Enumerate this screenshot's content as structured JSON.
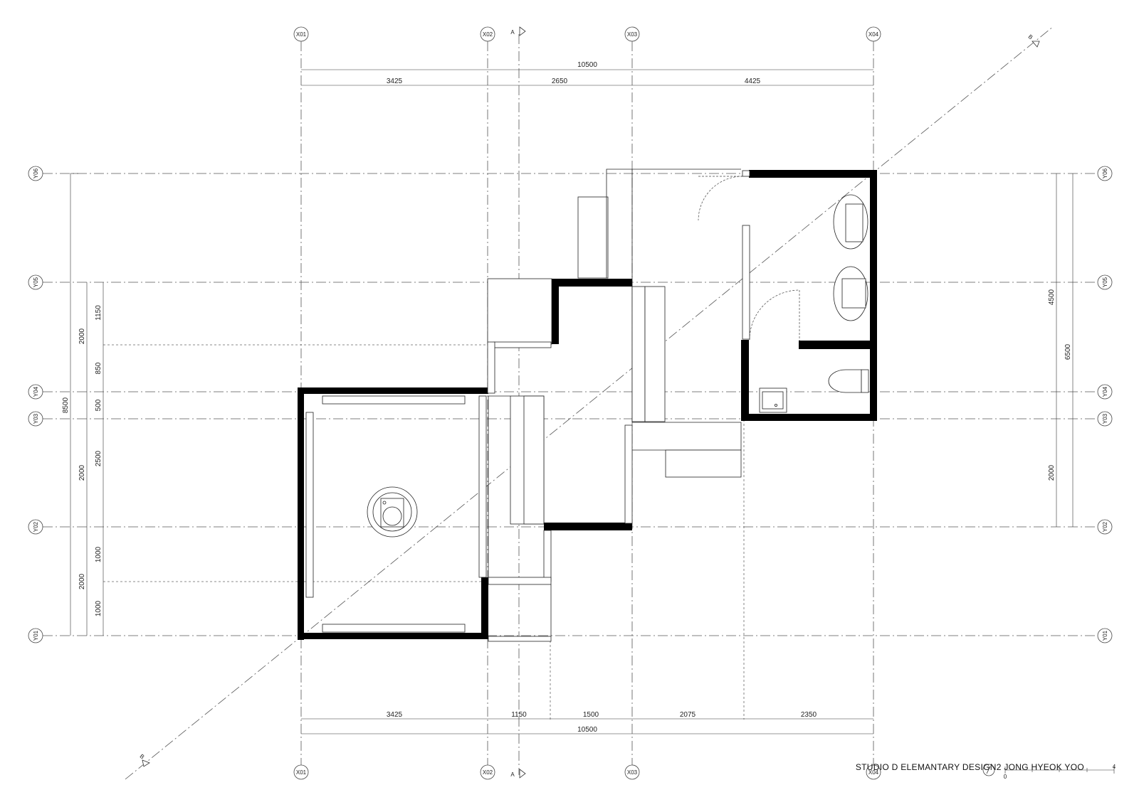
{
  "grid_x": [
    "X01",
    "X02",
    "X03",
    "X04"
  ],
  "grid_y": [
    "Y01",
    "Y02",
    "Y03",
    "Y04",
    "Y05",
    "Y06"
  ],
  "section_marks": {
    "a": "A",
    "b": "B"
  },
  "dims_top": {
    "total": "10500",
    "seg1": "3425",
    "seg2": "2650",
    "seg3": "4425"
  },
  "dims_bottom": {
    "seg1": "3425",
    "seg2": "1150",
    "seg3": "1500",
    "seg4": "2075",
    "seg5": "2350",
    "total": "10500"
  },
  "dims_left": {
    "total": "8500",
    "outer1": "2000",
    "outer2": "2000",
    "outer3": "2000",
    "inner1": "1150",
    "inner2": "850",
    "inner3": "500",
    "inner4": "2500",
    "inner5": "1000",
    "inner6": "1000"
  },
  "dims_right": {
    "total": "6500",
    "upper": "4500",
    "lower": "2000"
  },
  "scale_bar": {
    "start": "0",
    "end": "4"
  },
  "title": "STUDIO D  ELEMANTARY  DESIGN2  JONG HYEOK YOO"
}
